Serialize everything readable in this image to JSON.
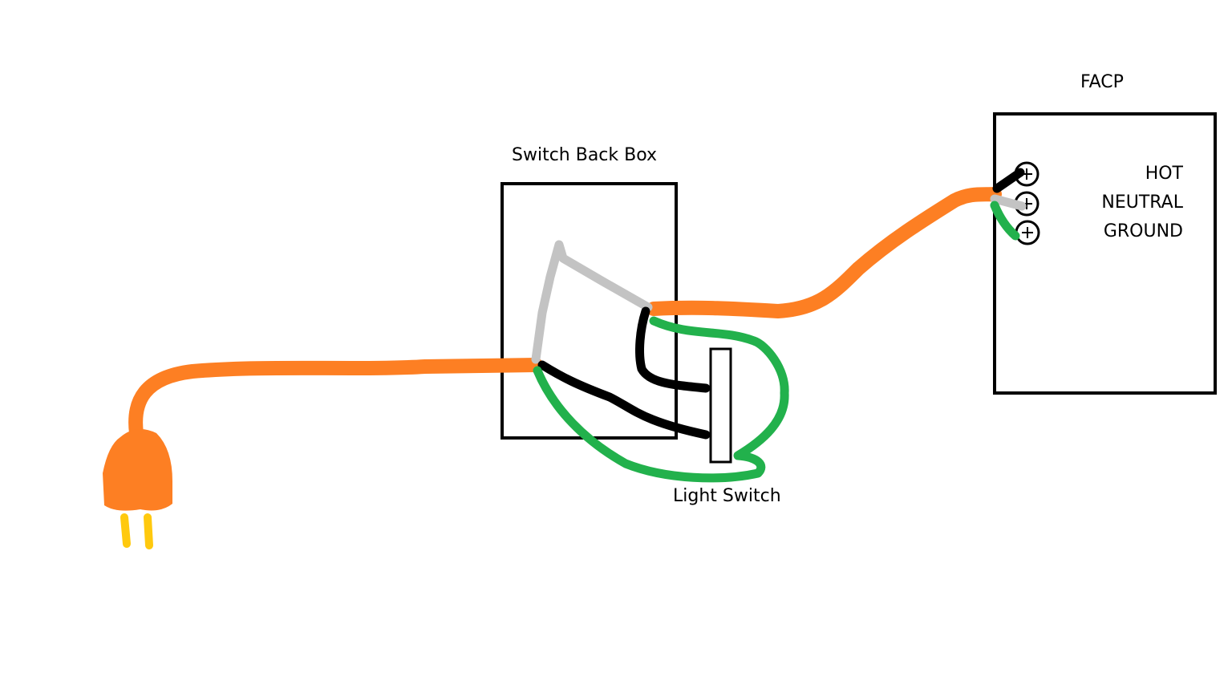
{
  "labels": {
    "facp": "FACP",
    "switch_back_box": "Switch Back Box",
    "light_switch": "Light Switch",
    "hot": "HOT",
    "neutral": "NEUTRAL",
    "ground": "GROUND"
  },
  "colors": {
    "cord": "#fd7f23",
    "hot_wire": "#000000",
    "neutral_wire": "#c3c3c3",
    "ground_wire": "#22b14c",
    "prongs": "#ffc90e"
  }
}
